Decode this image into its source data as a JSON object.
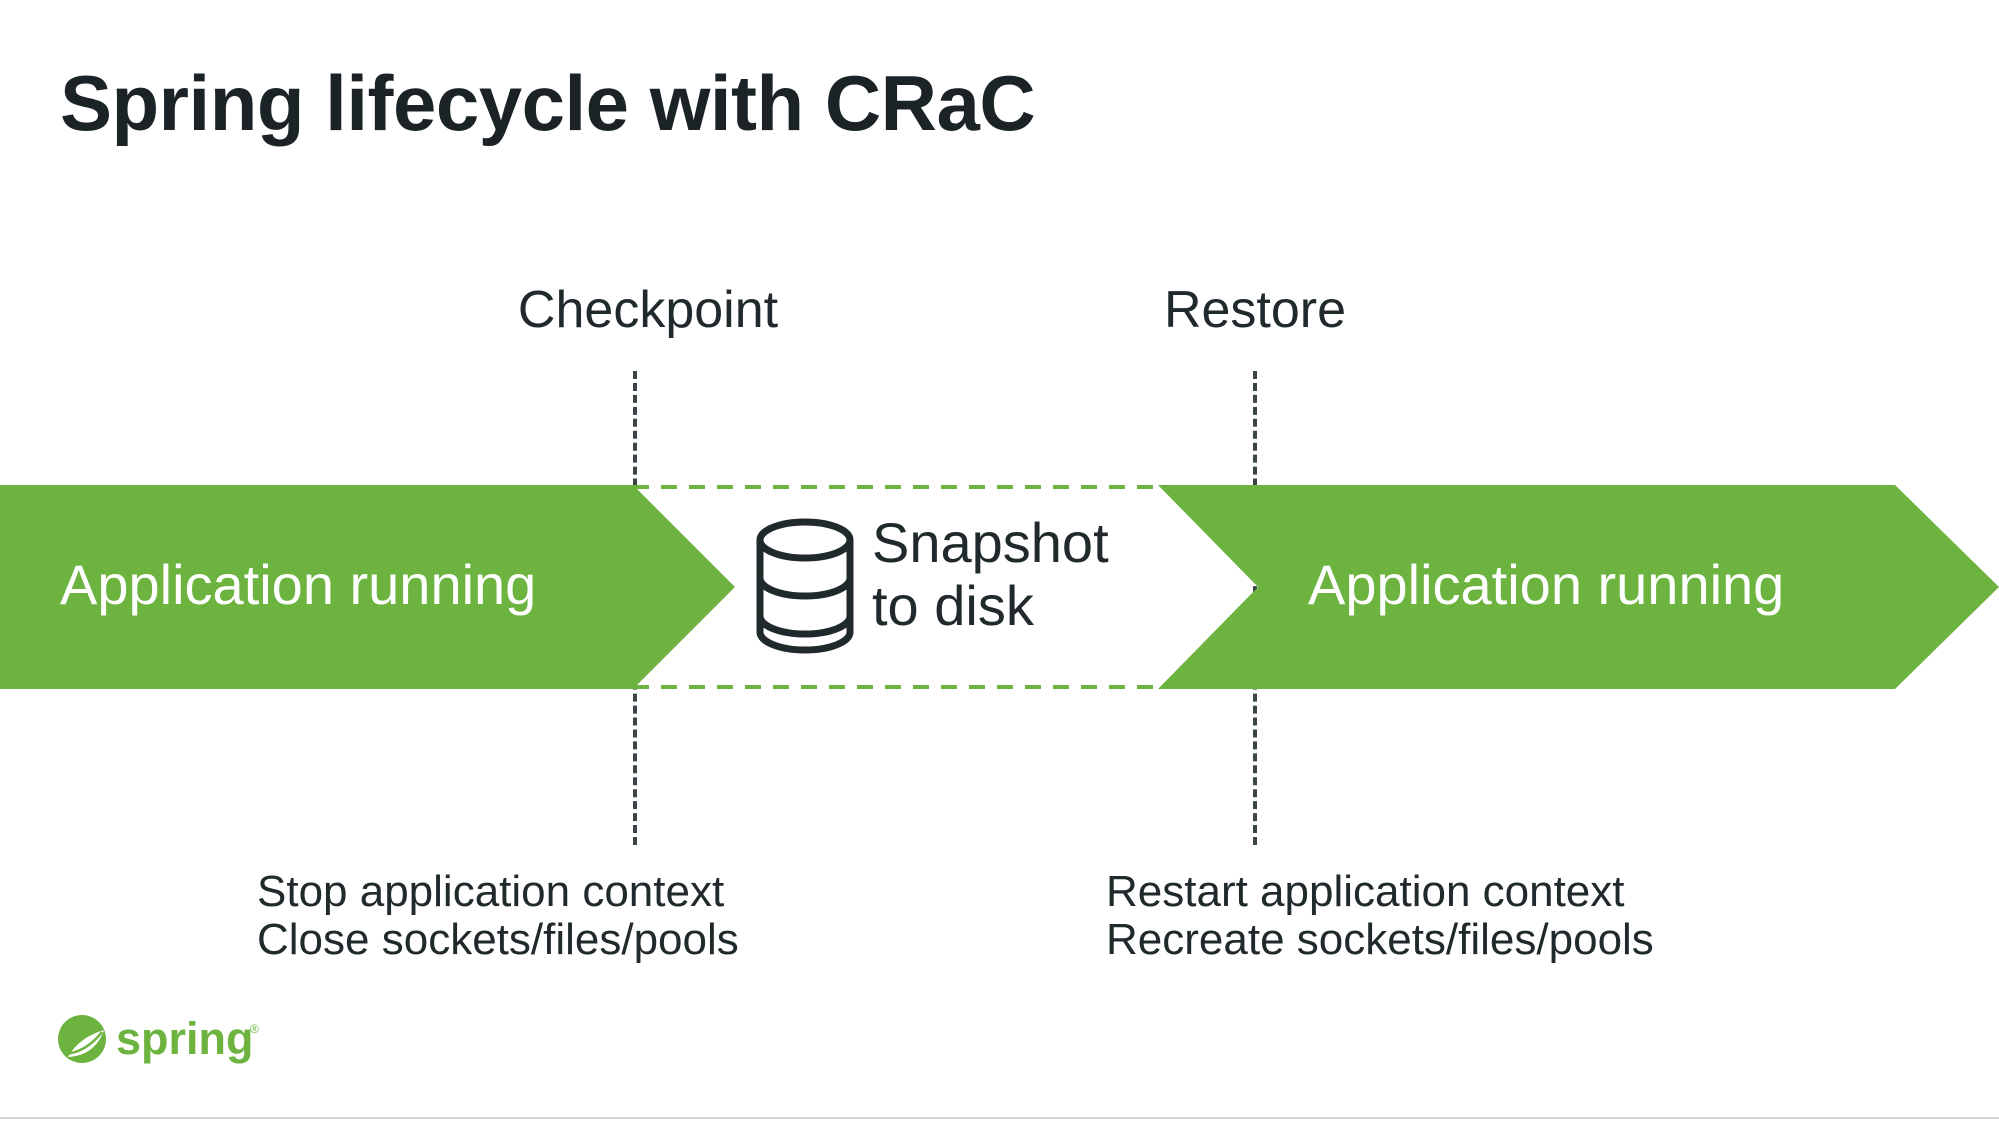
{
  "slide": {
    "title": "Spring lifecycle with CRaC",
    "background_color": "#ffffff",
    "accent_green": "#6cb33f",
    "text_color": "#20292b"
  },
  "markers": {
    "checkpoint": "Checkpoint",
    "restore": "Restore"
  },
  "band": {
    "left_phase_label": "Application running",
    "right_phase_label": "Application running",
    "snapshot_line1": "Snapshot",
    "snapshot_line2": "to disk",
    "snapshot_icon": "database-cylinder-icon"
  },
  "captions": {
    "left_line1": "Stop application context",
    "left_line2": "Close sockets/files/pools",
    "right_line1": "Restart application context",
    "right_line2": "Recreate sockets/files/pools"
  },
  "logo": {
    "wordmark": "spring",
    "trademark": "®",
    "leaf_icon": "spring-leaf-icon",
    "color": "#6cb33f"
  }
}
